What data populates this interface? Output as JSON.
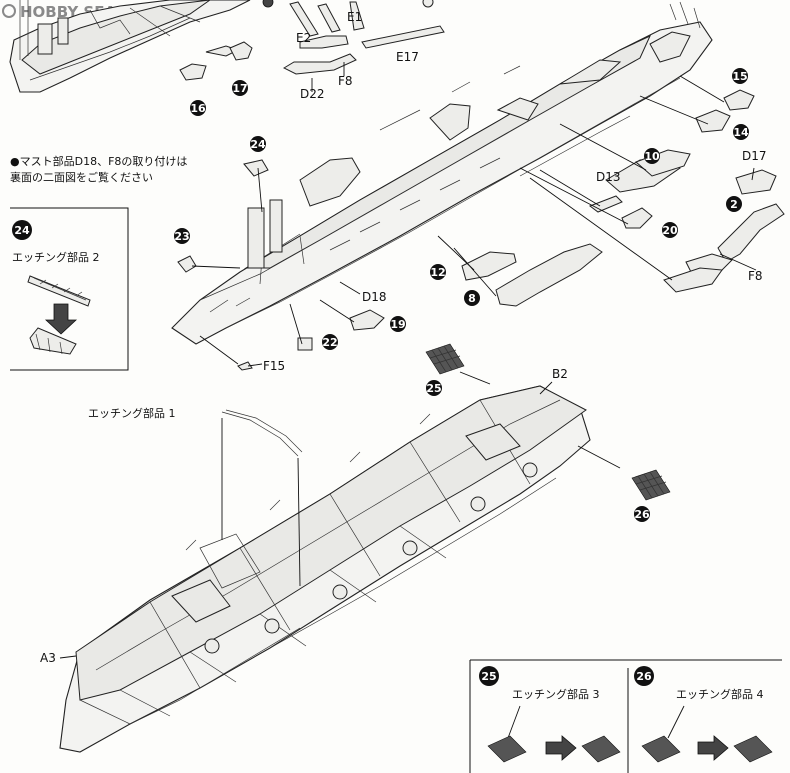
{
  "watermark": "HOBBY SEARCH",
  "note": {
    "line1": "●マスト部品D18、F8の取り付けは",
    "line2": "裏面の二面図をご覧ください"
  },
  "parts": {
    "E1": "E1",
    "E2": "E2",
    "E17": "E17",
    "F8_top": "F8",
    "D22": "D22",
    "D17": "D17",
    "D13": "D13",
    "D18": "D18",
    "F8_mid": "F8",
    "F15": "F15",
    "B2": "B2",
    "A3": "A3"
  },
  "steps": {
    "s15": "15",
    "s14": "14",
    "s16": "16",
    "s17": "17",
    "s10": "10",
    "s24": "24",
    "s23": "23",
    "s20": "20",
    "s2": "2",
    "s12": "12",
    "s8": "8",
    "s19": "19",
    "s22": "22",
    "s25": "25",
    "s26": "26"
  },
  "etching": {
    "e1": "エッチング部品 1",
    "e2": "エッチング部品 2",
    "e3": "エッチング部品 3",
    "e4": "エッチング部品 4"
  }
}
